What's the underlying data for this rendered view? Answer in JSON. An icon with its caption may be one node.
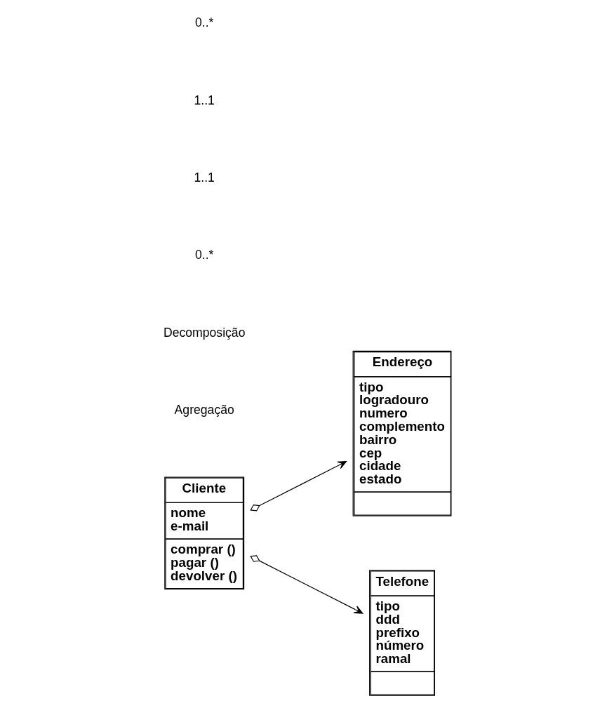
{
  "diagram": {
    "nodes": [
      {
        "text": [
          "Endereço",
          "tipo",
          "logradouro",
          "numero",
          "complemento",
          "bairro",
          "cep",
          "cidade",
          "estado"
        ]
      },
      {
        "text": [
          "Cliente",
          "nome",
          "e-mail",
          "comprar ()",
          "pagar ()",
          "devolver ()"
        ]
      },
      {
        "text": [
          "Telefone",
          "tipo",
          "ddd",
          "prefixo",
          "número",
          "ramal"
        ]
      }
    ],
    "edges": [
      {
        "from": 1,
        "to": 0,
        "arrow": "to"
      },
      {
        "from": 1,
        "to": 2,
        "arrow": "to"
      }
    ],
    "labels": [
      "Agregação",
      "Decomposição",
      "0..*",
      "1..1",
      "1..1",
      "0..*"
    ]
  }
}
